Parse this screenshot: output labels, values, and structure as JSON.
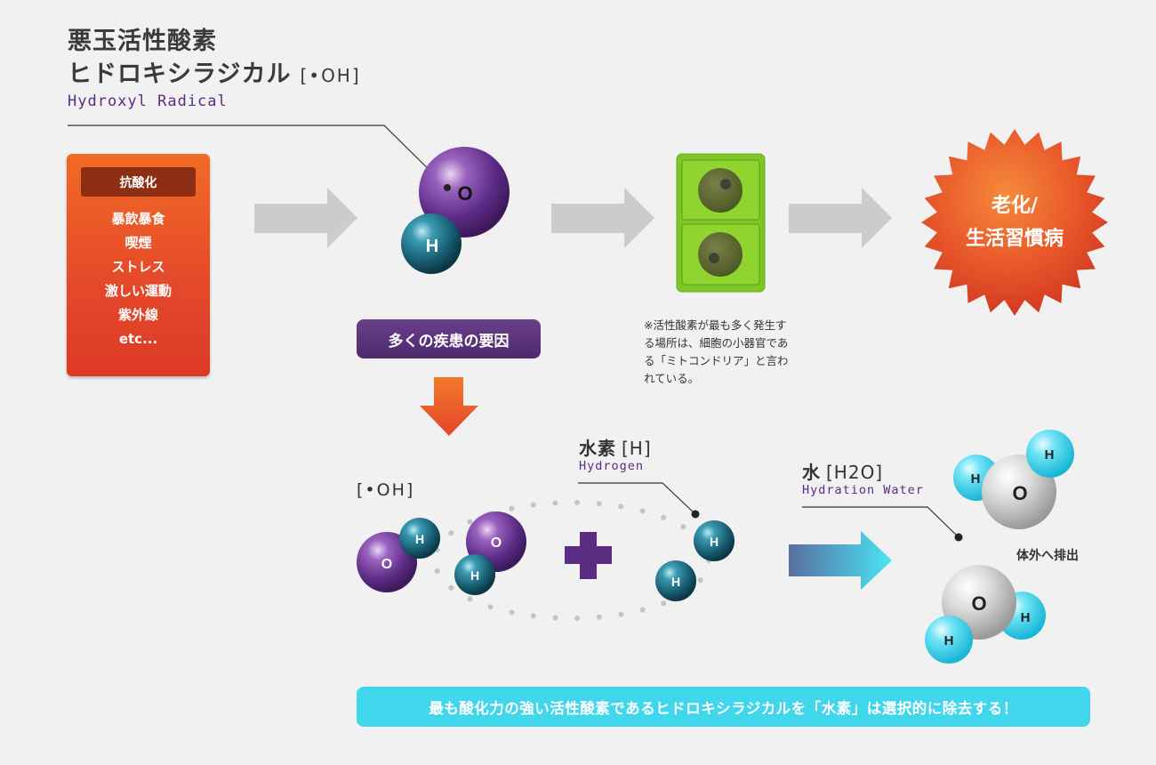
{
  "header": {
    "title_line1": "悪玉活性酸素",
    "title_line2": "ヒドロキシラジカル",
    "formula": "[•OH]",
    "subtitle_en": "Hydroxyl Radical"
  },
  "causes": {
    "heading": "抗酸化",
    "items": [
      "暴飲暴食",
      "喫煙",
      "ストレス",
      "激しい運動",
      "紫外線",
      "etc..."
    ]
  },
  "disease_cause_label": "多くの疾患の要因",
  "mitochondria_note": "※活性酸素が最も多く発生する場所は、細胞の小器官である「ミトコンドリア」と言われている。",
  "outcome_label": [
    "老化/",
    "生活習慣病"
  ],
  "hydroxyl_label": "[•OH]",
  "hydrogen": {
    "label": "水素",
    "formula": "[H]",
    "label_en": "Hydrogen"
  },
  "water": {
    "label": "水",
    "formula": "[H2O]",
    "label_en": "Hydration Water",
    "excretion": "体外へ排出"
  },
  "atoms": {
    "oxygen": "O",
    "hydrogen": "H"
  },
  "conclusion": "最も酸化力の強い活性酸素であるヒドロキシラジカルを「水素」は選択的に除去する！",
  "colors": {
    "purple": "#5a2d82",
    "orange": "#e9502a",
    "green": "#7cc625",
    "cyan": "#40d6ec",
    "teal": "#1b6a80"
  }
}
